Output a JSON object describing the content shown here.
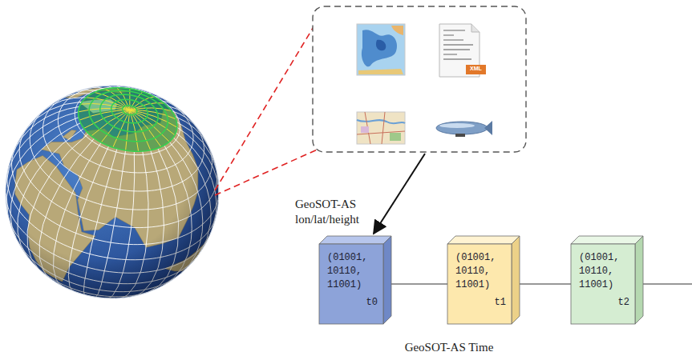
{
  "diagram": {
    "nodes": [
      {
        "text": [
          "(01001, 10110, 11001)",
          "t0"
        ]
      },
      {
        "text": [
          "(01001, 10110, 11001)",
          "t1"
        ]
      },
      {
        "text": [
          "(01001, 10110, 11001)",
          "t2"
        ]
      }
    ],
    "edges": [
      {
        "from": 0,
        "to": 1,
        "arrow": "none"
      },
      {
        "from": 1,
        "to": 2,
        "arrow": "none"
      }
    ],
    "labels": [
      "GeoSOT-AS lon/lat/height",
      "XML",
      "GeoSOT-AS Time"
    ]
  }
}
